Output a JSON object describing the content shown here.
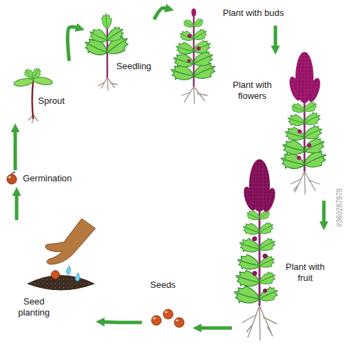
{
  "diagram": {
    "nodes": [
      {
        "text": [
          "Germination"
        ]
      },
      {
        "text": [
          "Sprout"
        ]
      },
      {
        "text": [
          "Seedling"
        ]
      },
      {
        "text": [
          "Plant with buds"
        ]
      },
      {
        "text": [
          "Plant with flowers"
        ]
      },
      {
        "text": [
          "Plant with fruit"
        ]
      },
      {
        "text": [
          "Seeds"
        ]
      },
      {
        "text": [
          "Seed planting"
        ]
      }
    ],
    "edges": [
      {
        "from": 0,
        "to": 1,
        "arrow": "to"
      },
      {
        "from": 1,
        "to": 2,
        "arrow": "to"
      },
      {
        "from": 2,
        "to": 3,
        "arrow": "to"
      },
      {
        "from": 3,
        "to": 4,
        "arrow": "to"
      },
      {
        "from": 4,
        "to": 5,
        "arrow": "to"
      },
      {
        "from": 5,
        "to": 6,
        "arrow": "to"
      },
      {
        "from": 6,
        "to": 7,
        "arrow": "to"
      },
      {
        "from": 7,
        "to": 0,
        "arrow": "to"
      }
    ],
    "labels": [
      "#360287979"
    ]
  }
}
